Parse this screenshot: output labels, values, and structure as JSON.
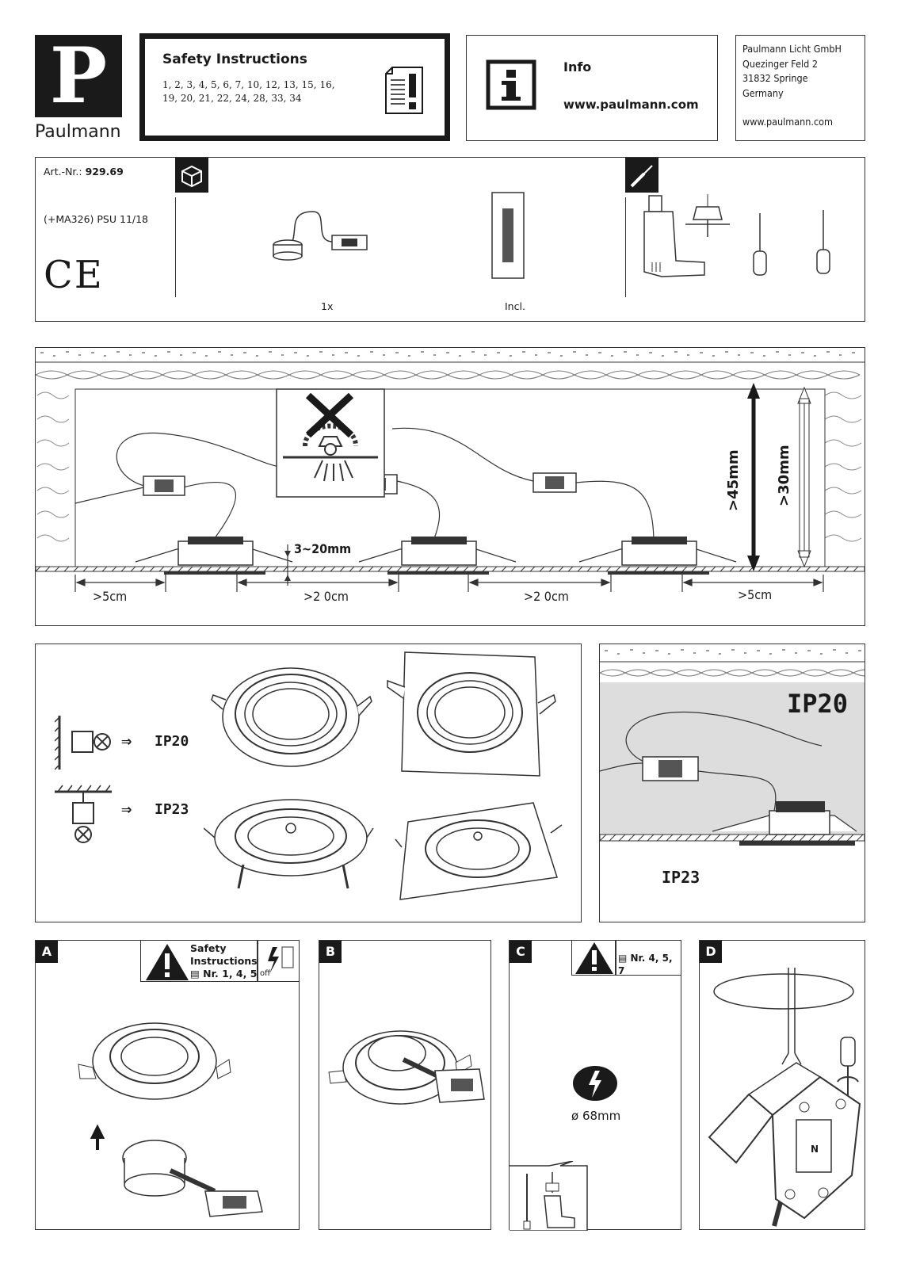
{
  "brand": {
    "logo_letter": "P",
    "name": "Paulmann"
  },
  "safety": {
    "title": "Safety Instructions",
    "numbers_line1": "1, 2, 3, 4, 5, 6, 7, 10, 12, 13, 15, 16,",
    "numbers_line2": "19, 20, 21, 22, 24, 28, 33, 34"
  },
  "info": {
    "title": "Info",
    "url": "www.paulmann.com"
  },
  "address": {
    "line1": "Paulmann Licht GmbH",
    "line2": "Quezinger Feld 2",
    "line3": "31832 Springe",
    "line4": "Germany",
    "url": "www.paulmann.com"
  },
  "product": {
    "art_label": "Art.-Nr.:",
    "art_number": "929.69",
    "psu": "(+MA326) PSU 11/18",
    "ce": "CE",
    "quantity": "1x",
    "included": "Incl."
  },
  "installation": {
    "gap": "3~20mm",
    "edge_left": ">5cm",
    "spacing_1": ">2 0cm",
    "spacing_2": ">2 0cm",
    "edge_right": ">5cm",
    "depth_1": ">45mm",
    "depth_2": ">30mm"
  },
  "ip": {
    "wall_rating": "IP20",
    "ceiling_rating": "IP23",
    "panel_top": "IP20",
    "panel_bottom": "IP23",
    "arrow": "⇒"
  },
  "steps": {
    "a": {
      "letter": "A",
      "warn_line1": "Safety",
      "warn_line2": "Instructions",
      "warn_line3": "Nr. 1, 4, 5",
      "off": "off"
    },
    "b": {
      "letter": "B"
    },
    "c": {
      "letter": "C",
      "warn": "Nr. 4, 5, 7",
      "hole": "ø 68mm"
    },
    "d": {
      "letter": "D",
      "terminal_n": "N"
    }
  }
}
